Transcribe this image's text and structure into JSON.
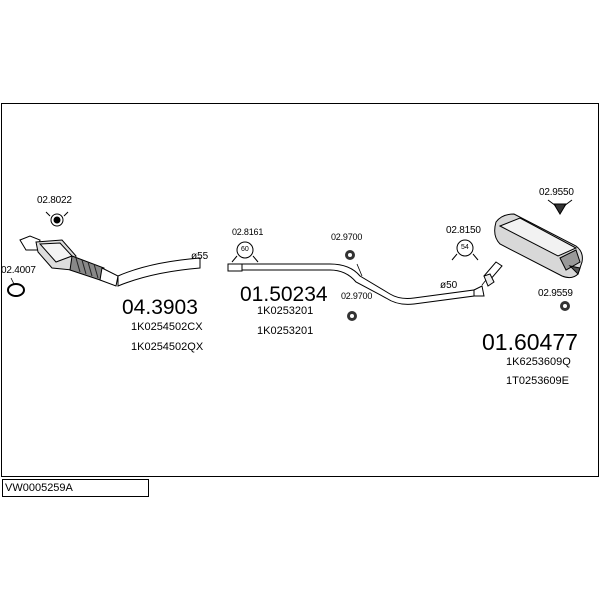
{
  "diagram_id": "VW0005259A",
  "parts": {
    "front": {
      "number": "04.3903",
      "oem": [
        "1K0254502CX",
        "1K0254502QX"
      ]
    },
    "middle": {
      "number": "01.50234",
      "oem": [
        "1K0253201",
        "1K0253201"
      ]
    },
    "rear": {
      "number": "01.60477",
      "oem": [
        "1K6253609Q",
        "1T0253609E"
      ]
    }
  },
  "accessories": {
    "clamp_front": "02.8022",
    "gasket_front": "02.4007",
    "clamp_mid": "02.8161",
    "clamp_mid_size": "60",
    "hanger_a": "02.9700",
    "hanger_b": "02.9700",
    "clamp_rear": "02.8150",
    "clamp_rear_size": "54",
    "mount_top": "02.9550",
    "mount_bottom": "02.9559"
  },
  "diameters": {
    "front": "ø55",
    "rear": "ø50"
  }
}
